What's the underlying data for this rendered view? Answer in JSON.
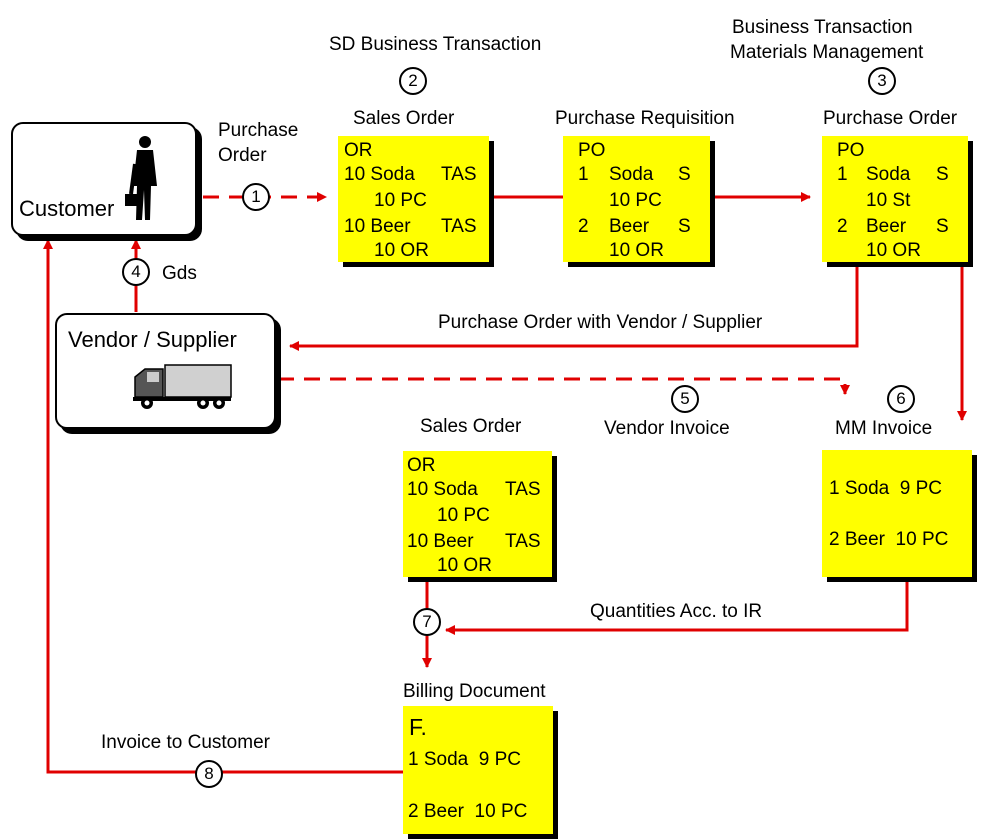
{
  "numbers": {
    "n1": "1",
    "n2": "2",
    "n3": "3",
    "n4": "4",
    "n5": "5",
    "n6": "6",
    "n7": "7",
    "n8": "8"
  },
  "labels": {
    "sd_business_transaction": "SD Business Transaction",
    "mm_transaction_line1": "Business Transaction",
    "mm_transaction_line2": "Materials Management",
    "purchase_order_line1": "Purchase",
    "purchase_order_line2": "Order",
    "gds": "Gds",
    "po_with_vendor": "Purchase Order with Vendor / Supplier",
    "vendor_invoice": "Vendor Invoice",
    "quantities_acc_ir": "Quantities Acc. to IR",
    "invoice_to_customer": "Invoice to Customer"
  },
  "actors": {
    "customer": "Customer",
    "vendor": "Vendor / Supplier"
  },
  "documents": {
    "sales_order_1": {
      "title": "Sales Order",
      "lines": [
        "OR",
        "10 Soda",
        "TAS",
        "10 PC",
        "10 Beer",
        "TAS",
        "10 OR"
      ]
    },
    "purchase_requisition": {
      "title": "Purchase Requisition",
      "lines": [
        "PO",
        "1",
        "Soda",
        "S",
        "10 PC",
        "2",
        "Beer",
        "S",
        "10 OR"
      ]
    },
    "purchase_order": {
      "title": "Purchase Order",
      "lines": [
        "PO",
        "1",
        "Soda",
        "S",
        "10 St",
        "2",
        "Beer",
        "S",
        "10 OR"
      ]
    },
    "sales_order_2": {
      "title": "Sales Order",
      "lines": [
        "OR",
        "10 Soda",
        "TAS",
        "10 PC",
        "10 Beer",
        "TAS",
        "10 OR"
      ]
    },
    "mm_invoice": {
      "title": "MM Invoice",
      "lines": [
        "1 Soda  9 PC",
        "2 Beer  10 PC"
      ]
    },
    "billing_document": {
      "title": "Billing Document",
      "lines": [
        "F.",
        "1 Soda  9 PC",
        "2 Beer  10 PC"
      ]
    }
  },
  "colors": {
    "arrow": "#e00000",
    "doc_fill": "#ffff00",
    "shadow": "#000000"
  }
}
